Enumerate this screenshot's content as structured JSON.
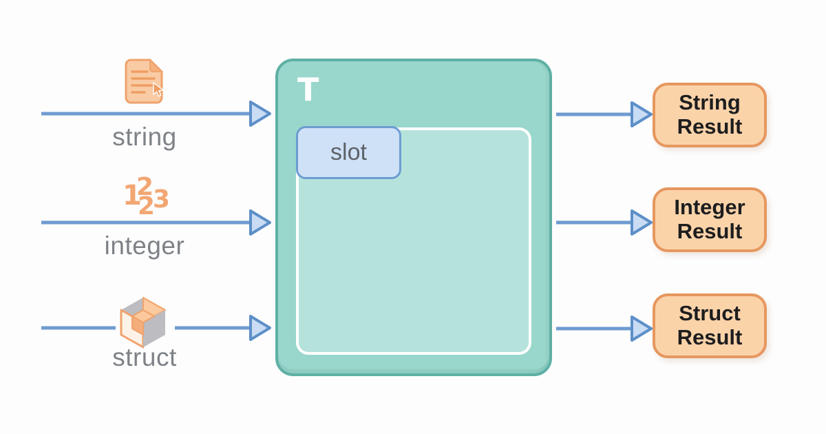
{
  "generic_box": {
    "type_parameter": "T",
    "slot_label": "slot"
  },
  "inputs": [
    {
      "label": "string",
      "icon": "document-cursor-icon"
    },
    {
      "label": "integer",
      "icon": "numbers-123-icon",
      "digits": [
        "1",
        "2",
        "2",
        "3"
      ]
    },
    {
      "label": "struct",
      "icon": "package-cube-icon"
    }
  ],
  "outputs": [
    {
      "line1": "String",
      "line2": "Result"
    },
    {
      "line1": "Integer",
      "line2": "Result"
    },
    {
      "line1": "Struct",
      "line2": "Result"
    }
  ],
  "colors": {
    "background": "#fdfdfd",
    "box_fill": "#99d6cb",
    "box_border": "#5fb0a5",
    "inner_fill": "#b5e3dc",
    "inner_border": "#ffffff",
    "slot_fill": "#cfe1f7",
    "slot_border": "#6d9cd1",
    "slot_text": "#5d6268",
    "arrow_line": "#6f9bd0",
    "arrowhead_fill": "#c9dcf4",
    "arrowhead_border": "#5d8fc8",
    "input_label_text": "#7e8287",
    "icon_orange": "#f0a26b",
    "icon_orange_strong": "#f2a673",
    "icon_orange_fill": "#f9cba4",
    "icon_gray": "#bcbcc1",
    "result_fill": "#fbd3a9",
    "result_border": "#e6975f",
    "result_text": "#1d1d1e"
  }
}
